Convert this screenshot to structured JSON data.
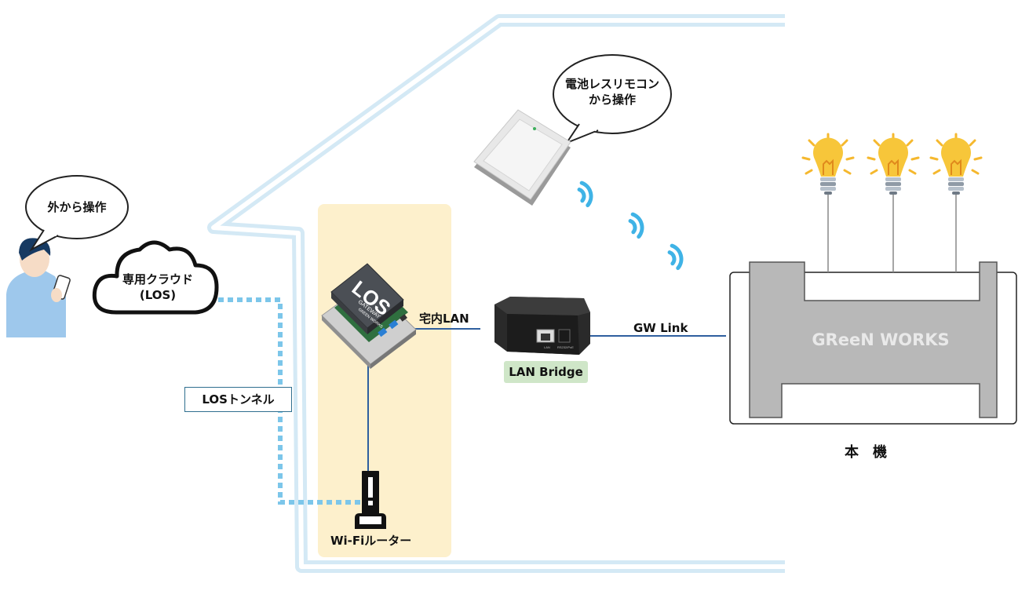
{
  "remote_bubble": {
    "line1": "電池レスリモコン",
    "line2": "から操作"
  },
  "outside_bubble": {
    "text": "外から操作"
  },
  "cloud": {
    "line1": "専用クラウド",
    "line2": "(LOS)"
  },
  "tunnel_label": "LOSトンネル",
  "gateway": {
    "logo": "LOS",
    "sub": "GATEWAY",
    "brand": "GREEN WORKS"
  },
  "lan_label": "宅内LAN",
  "bridge": {
    "label": "LAN Bridge",
    "port1": "LAN",
    "port2": "RS232/PoE"
  },
  "gw_link_label": "GW Link",
  "router_label": "Wi-Fiルーター",
  "machine": {
    "brand": "GReeN WORKS",
    "caption": "本　機"
  },
  "colors": {
    "house_outline": "#d4e9f5",
    "gateway_zone": "#fdf0cc",
    "lan_line": "#2f5f9f",
    "tunnel_dots": "#7cc6ea",
    "wifi_waves": "#3fb3e6",
    "machine_body": "#b8b8b8",
    "bulb": "#f7c63a"
  }
}
